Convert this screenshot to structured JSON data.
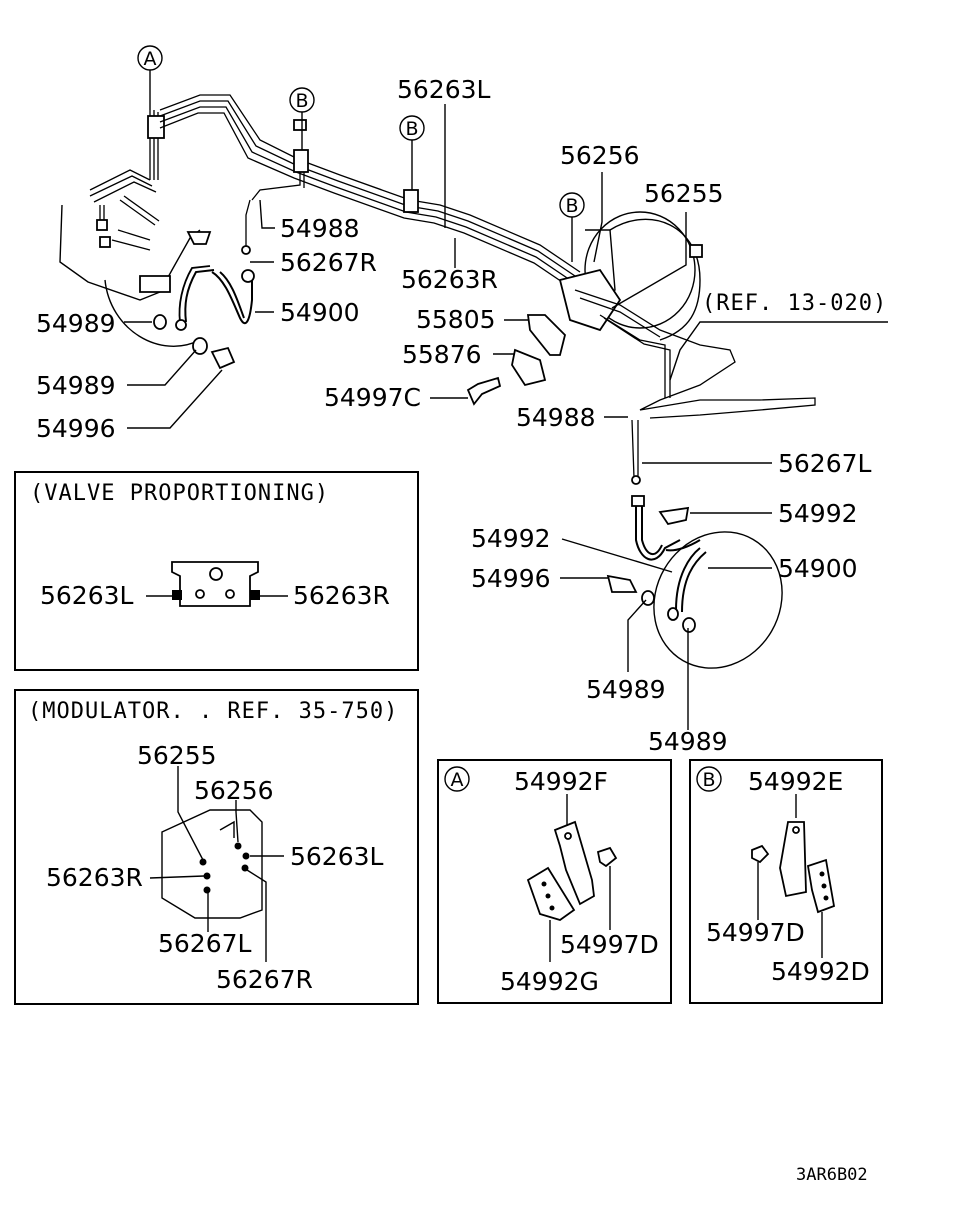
{
  "diagram": {
    "callouts": {
      "a_top": "A",
      "b_1": "B",
      "b_2": "B",
      "b_3": "B"
    },
    "main_labels": {
      "p56263L_top": "56263L",
      "p56256": "56256",
      "p56255": "56255",
      "p54988_left": "54988",
      "p56267R": "56267R",
      "p56263R_mid": "56263R",
      "p54989_a": "54989",
      "p54900_left": "54900",
      "p55805": "55805",
      "p55876": "55876",
      "p54989_b": "54989",
      "p54997C": "54997C",
      "p54996_left": "54996",
      "p54988_right": "54988",
      "p56267L": "56267L",
      "p54992_right": "54992",
      "p54992_mid": "54992",
      "p54900_right": "54900",
      "p54996_right": "54996",
      "p54989_c": "54989",
      "p54989_d": "54989",
      "ref": "(REF. 13-020)"
    },
    "valve_box": {
      "title": "(VALVE PROPORTIONING)",
      "left_label": "56263L",
      "right_label": "56263R"
    },
    "modulator_box": {
      "title": "(MODULATOR. . REF. 35-750)",
      "p56255": "56255",
      "p56256": "56256",
      "p56263L": "56263L",
      "p56263R": "56263R",
      "p56267L": "56267L",
      "p56267R": "56267R"
    },
    "box_a": {
      "callout": "A",
      "p54992F": "54992F",
      "p54997D": "54997D",
      "p54992G": "54992G"
    },
    "box_b": {
      "callout": "B",
      "p54992E": "54992E",
      "p54997D": "54997D",
      "p54992D": "54992D"
    },
    "drawing_code": "3AR6B02"
  }
}
